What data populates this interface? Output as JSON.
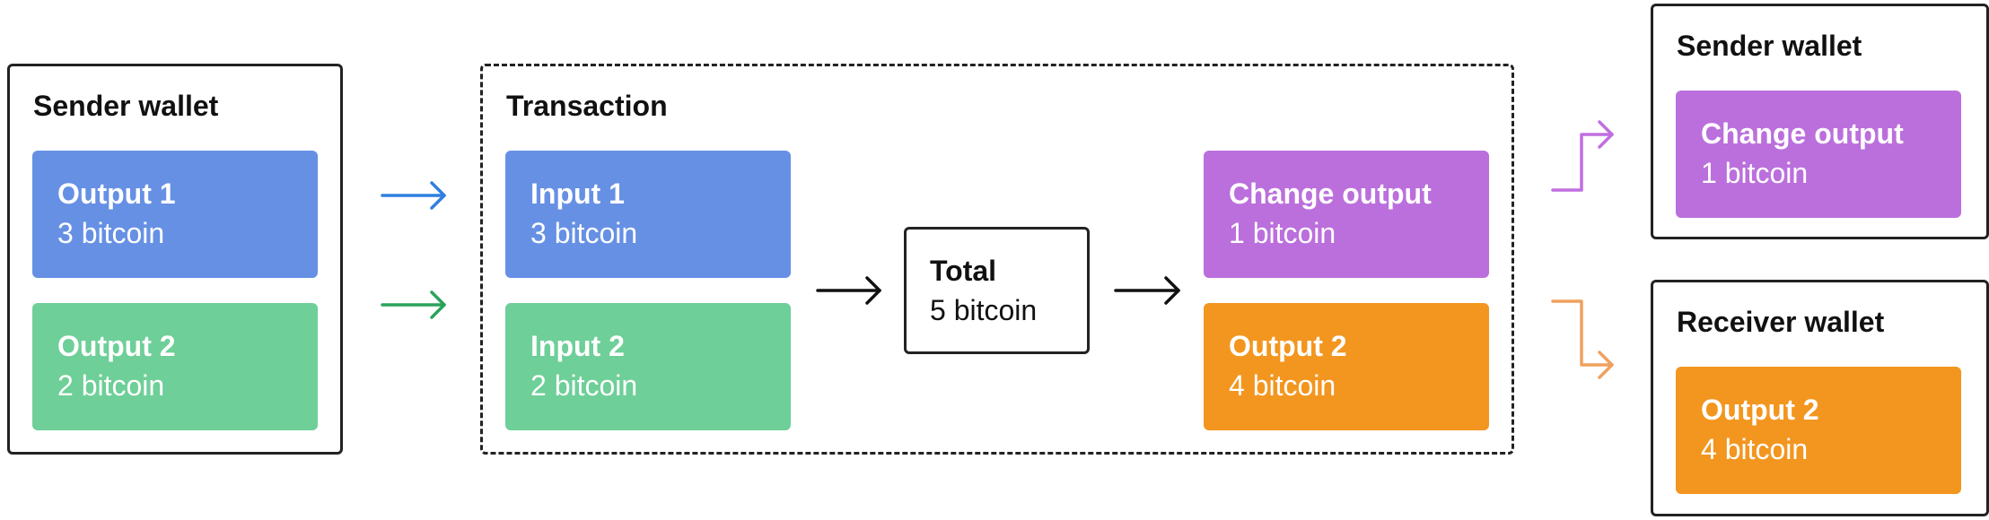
{
  "colors": {
    "blue": "#6690e4",
    "green": "#6ecf98",
    "purple": "#bb6fdc",
    "orange": "#f3961f",
    "arrow_blue": "#2f7fe0",
    "arrow_green": "#2aa35a",
    "arrow_purple": "#c06ee0",
    "arrow_orange": "#f0a05e"
  },
  "sender_wallet": {
    "title": "Sender wallet",
    "outputs": [
      {
        "title": "Output 1",
        "amount": "3 bitcoin"
      },
      {
        "title": "Output 2",
        "amount": "2 bitcoin"
      }
    ]
  },
  "transaction": {
    "title": "Transaction",
    "inputs": [
      {
        "title": "Input 1",
        "amount": "3 bitcoin"
      },
      {
        "title": "Input 2",
        "amount": "2 bitcoin"
      }
    ],
    "total": {
      "title": "Total",
      "amount": "5 bitcoin"
    },
    "outputs": [
      {
        "title": "Change output",
        "amount": "1 bitcoin"
      },
      {
        "title": "Output 2",
        "amount": "4 bitcoin"
      }
    ]
  },
  "result_sender_wallet": {
    "title": "Sender wallet",
    "output": {
      "title": "Change output",
      "amount": "1 bitcoin"
    }
  },
  "receiver_wallet": {
    "title": "Receiver wallet",
    "output": {
      "title": "Output 2",
      "amount": "4 bitcoin"
    }
  }
}
